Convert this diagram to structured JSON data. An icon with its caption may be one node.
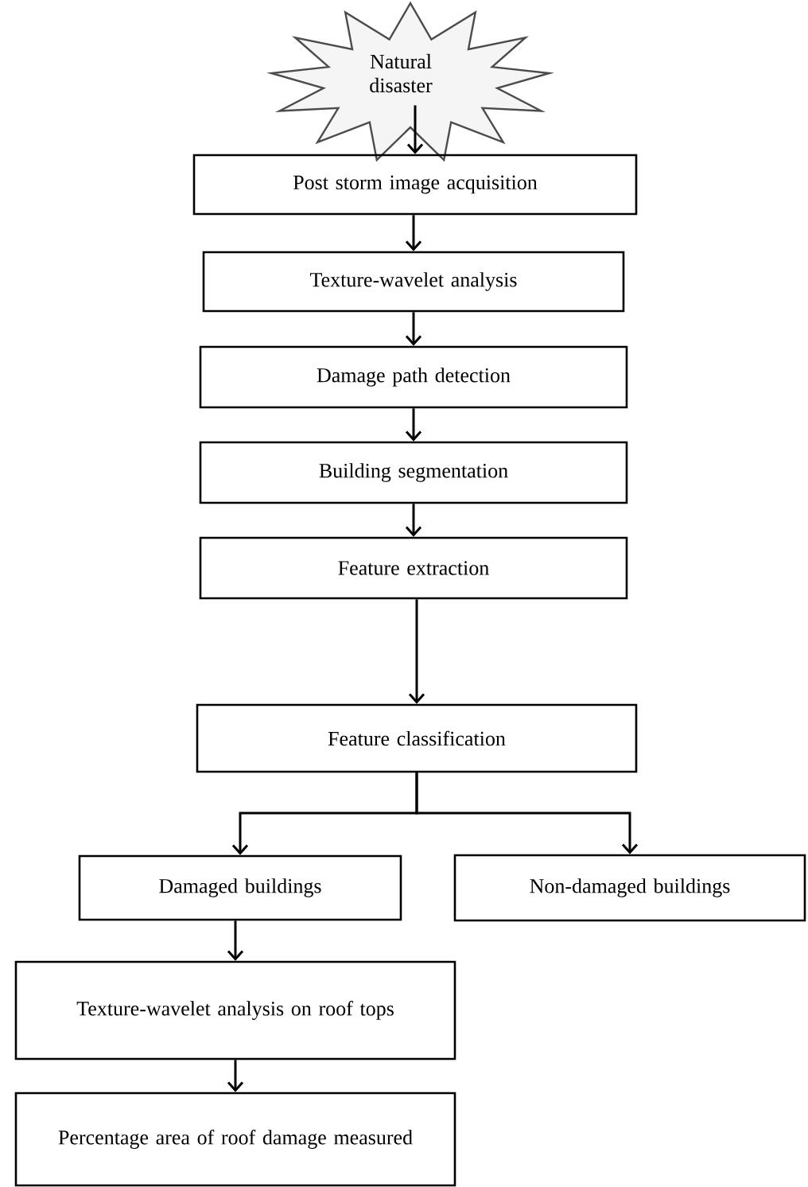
{
  "diagram": {
    "nodes": [
      {
        "text": [
          "Natural disaster"
        ]
      },
      {
        "text": [
          "Post storm image acquisition"
        ]
      },
      {
        "text": [
          "Texture-wavelet analysis"
        ]
      },
      {
        "text": [
          "Damage path detection"
        ]
      },
      {
        "text": [
          "Building segmentation"
        ]
      },
      {
        "text": [
          "Feature extraction"
        ]
      },
      {
        "text": [
          "Feature classification"
        ]
      },
      {
        "text": [
          "Damaged buildings"
        ]
      },
      {
        "text": [
          "Non-damaged buildings"
        ]
      },
      {
        "text": [
          "Texture-wavelet analysis on roof tops"
        ]
      },
      {
        "text": [
          "Percentage area of roof damage measured"
        ]
      }
    ],
    "edges": [
      {
        "from": 0,
        "to": 1,
        "arrow": "to"
      },
      {
        "from": 1,
        "to": 2,
        "arrow": "to"
      },
      {
        "from": 2,
        "to": 3,
        "arrow": "to"
      },
      {
        "from": 3,
        "to": 4,
        "arrow": "to"
      },
      {
        "from": 4,
        "to": 5,
        "arrow": "to"
      },
      {
        "from": 5,
        "to": 6,
        "arrow": "to"
      },
      {
        "from": 6,
        "to": 7,
        "arrow": "to"
      },
      {
        "from": 6,
        "to": 8,
        "arrow": "to"
      },
      {
        "from": 7,
        "to": 9,
        "arrow": "to"
      },
      {
        "from": 9,
        "to": 10,
        "arrow": "to"
      }
    ]
  }
}
